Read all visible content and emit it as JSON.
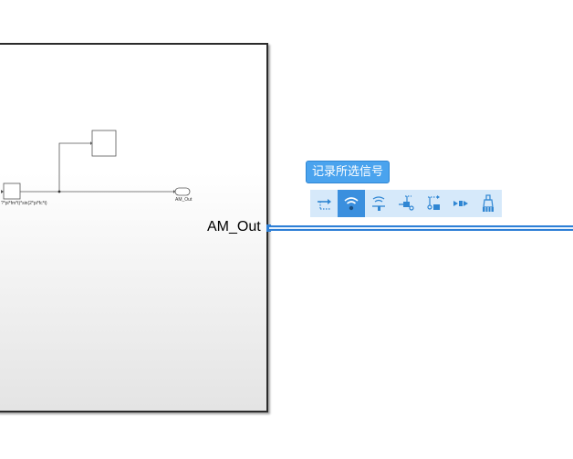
{
  "model": {
    "subsystem": {
      "outport_label": "AM_Out",
      "inner_expression": "?*pi*fm*t)*sin(2*pi*fc*t)",
      "inner_outport_label": "AM_Out"
    }
  },
  "tooltip": {
    "text": "记录所选信号"
  },
  "action_bar": {
    "buttons": [
      {
        "name": "create-signal-icon",
        "active": false
      },
      {
        "name": "log-signal-icon",
        "active": true
      },
      {
        "name": "add-viewer-icon",
        "active": false
      },
      {
        "name": "add-input-icon",
        "active": false
      },
      {
        "name": "add-output-icon",
        "active": false
      },
      {
        "name": "connect-block-icon",
        "active": false
      },
      {
        "name": "highlight-signal-icon",
        "active": false
      }
    ]
  },
  "colors": {
    "signal": "#2e7fd6",
    "tooltip_bg": "#4aa3ee",
    "action_bar_bg": "#d6e9fa",
    "active_button": "#3a8fde",
    "icon": "#2f86d3"
  }
}
